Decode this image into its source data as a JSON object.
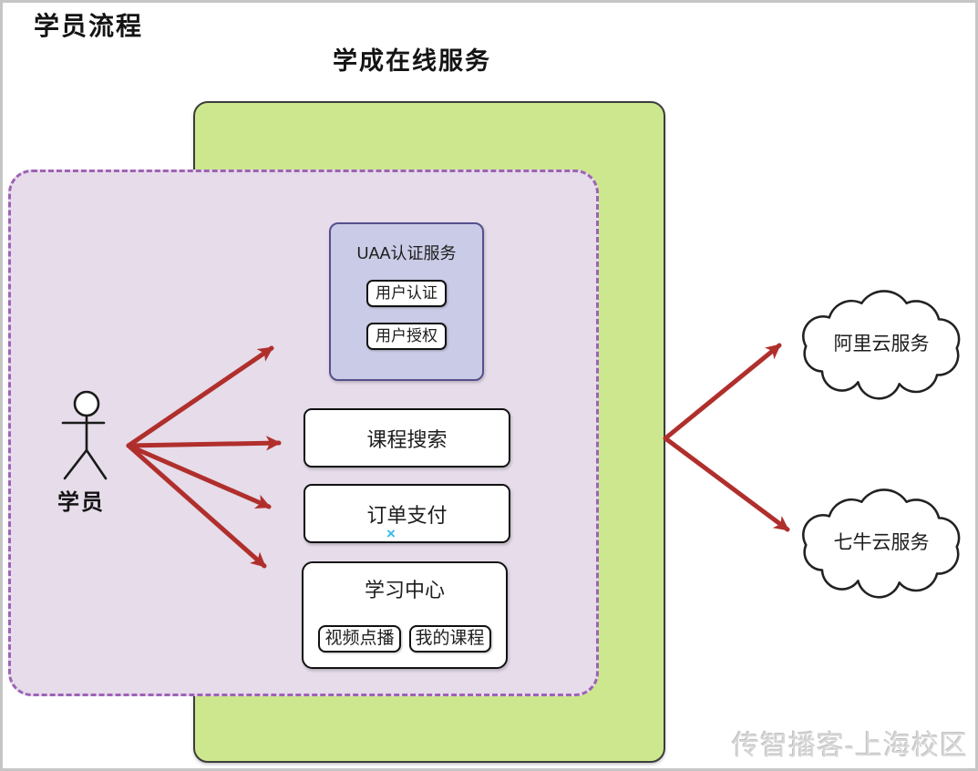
{
  "titles": {
    "page": "学员流程",
    "service": "学成在线服务"
  },
  "actor": {
    "label": "学员"
  },
  "flow_area": {
    "uaa": {
      "title": "UAA认证服务",
      "items": [
        "用户认证",
        "用户授权"
      ]
    },
    "boxes": [
      "课程搜索",
      "订单支付"
    ],
    "learning_center": {
      "title": "学习中心",
      "items": [
        "视频点播",
        "我的课程"
      ]
    },
    "connection_marker": "×"
  },
  "clouds": [
    {
      "label": "阿里云服务"
    },
    {
      "label": "七牛云服务"
    }
  ],
  "watermark": "传智播客-上海校区",
  "colors": {
    "arrow_red": "#b02f2c",
    "service_boundary_fill": "#cce78d",
    "service_boundary_border": "#3d3d3d",
    "flow_boundary_fill": "#e6dcea",
    "flow_boundary_border": "#9d63b5",
    "uaa_fill": "#cacbe6",
    "uaa_border": "#55508d",
    "marker_blue": "#35b9ea"
  }
}
